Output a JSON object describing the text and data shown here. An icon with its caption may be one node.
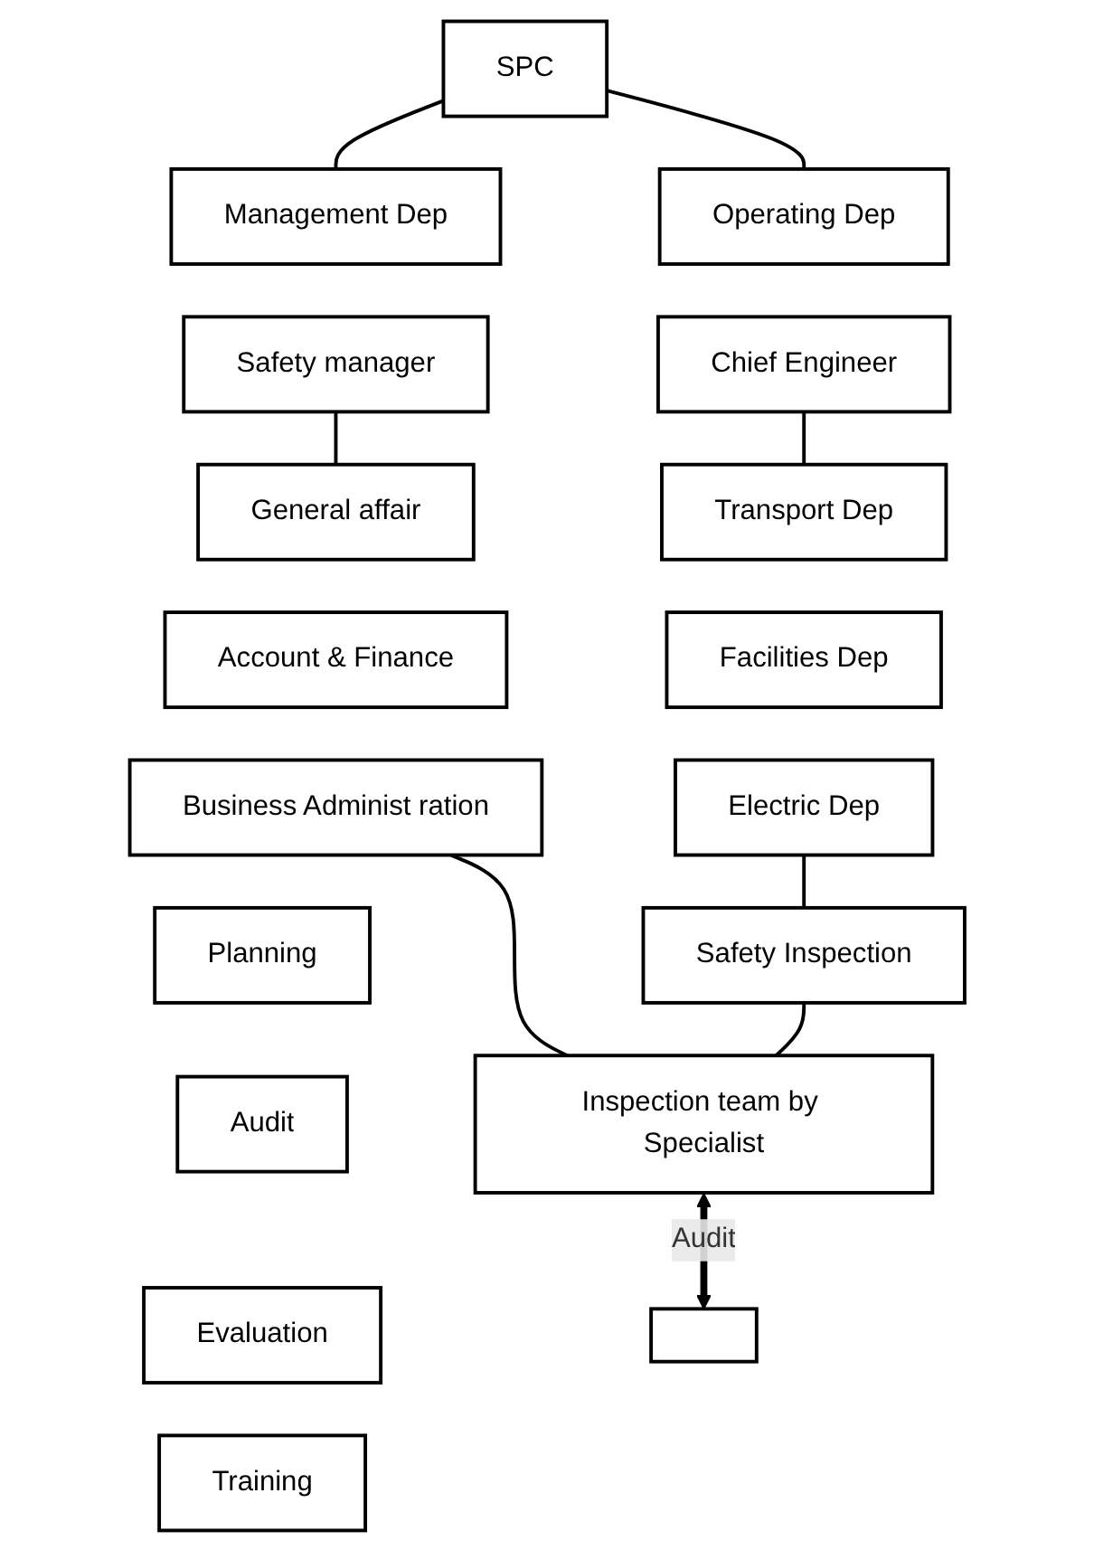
{
  "diagram": {
    "nodes": [
      {
        "text": [
          "SPC"
        ]
      },
      {
        "text": [
          "Management Dep"
        ]
      },
      {
        "text": [
          "Safety manager"
        ]
      },
      {
        "text": [
          "General affair"
        ]
      },
      {
        "text": [
          "Account & Finance"
        ]
      },
      {
        "text": [
          "Business Administ ration"
        ]
      },
      {
        "text": [
          "Planning"
        ]
      },
      {
        "text": [
          "Audit"
        ]
      },
      {
        "text": [
          "Evaluation"
        ]
      },
      {
        "text": [
          "Training"
        ]
      },
      {
        "text": [
          "Operating Dep"
        ]
      },
      {
        "text": [
          "Chief Engineer"
        ]
      },
      {
        "text": [
          "Transport Dep"
        ]
      },
      {
        "text": [
          "Facilities Dep"
        ]
      },
      {
        "text": [
          "Electric Dep"
        ]
      },
      {
        "text": [
          "Safety Inspection"
        ]
      },
      {
        "text": [
          "Inspection team by Specialist"
        ]
      },
      {
        "text": [],
        "shape": "box"
      }
    ],
    "edges": [
      {
        "from": 0,
        "to": 1,
        "arrow": "none"
      },
      {
        "from": 0,
        "to": 10,
        "arrow": "none"
      },
      {
        "from": 2,
        "to": 3,
        "arrow": "none"
      },
      {
        "from": 11,
        "to": 12,
        "arrow": "none"
      },
      {
        "from": 14,
        "to": 15,
        "arrow": "none"
      },
      {
        "from": 5,
        "to": 16,
        "arrow": "none"
      },
      {
        "from": 15,
        "to": 16,
        "arrow": "none"
      },
      {
        "from": 16,
        "to": 17,
        "arrow": "both",
        "label": "Audit",
        "style": "thick"
      }
    ]
  }
}
